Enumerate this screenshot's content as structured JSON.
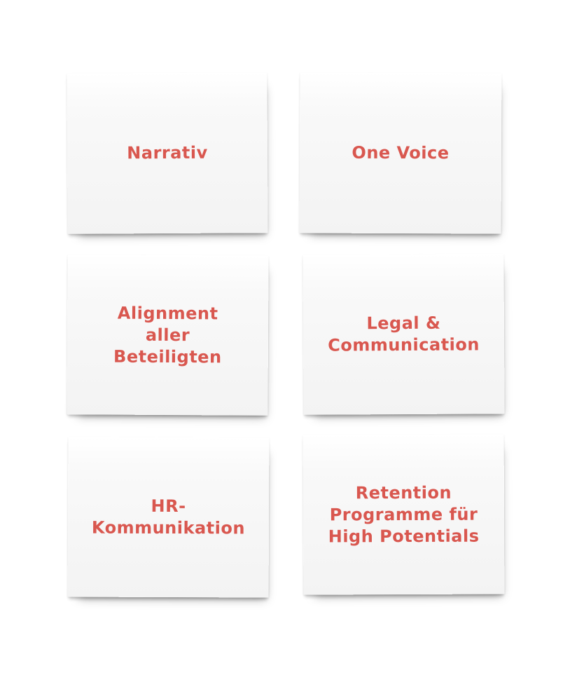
{
  "notes": [
    {
      "label": "Narrativ"
    },
    {
      "label": "One Voice"
    },
    {
      "label": "Alignment\naller\nBeteiligten"
    },
    {
      "label": "Legal &\nCommunication"
    },
    {
      "label": "HR-\nKommunikation"
    },
    {
      "label": "Retention\nProgramme für\nHigh Potentials"
    }
  ],
  "colors": {
    "text": "#d9574f",
    "background": "#ffffff",
    "note": "#f5f5f5"
  }
}
